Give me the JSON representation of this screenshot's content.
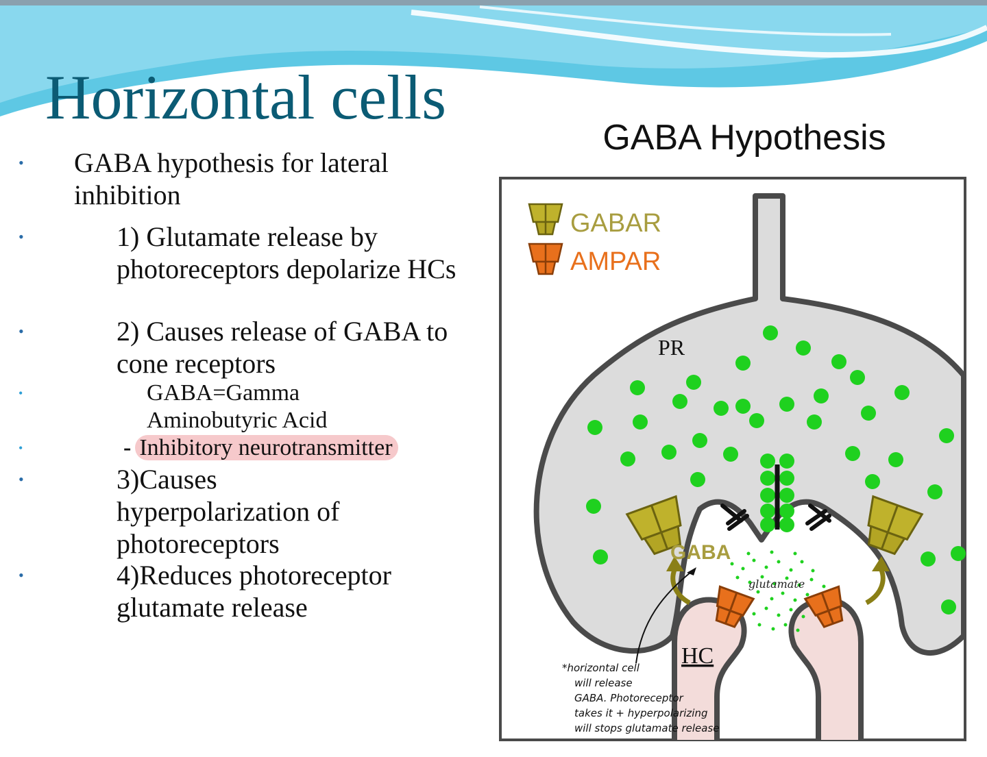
{
  "slide": {
    "title": "Horizontal cells",
    "bullets": [
      {
        "text": "GABA hypothesis for lateral inhibition"
      },
      {
        "text": "1) Glutamate release by photoreceptors depolarize HCs"
      },
      {
        "text": "2) Causes release of GABA to cone receptors"
      },
      {
        "text": "GABA=Gamma Aminobutyric Acid"
      },
      {
        "text": "Inhibitory neurotransmitter"
      },
      {
        "text": "3)Causes hyperpolarization of photoreceptors"
      },
      {
        "text": "4)Reduces photoreceptor glutamate release"
      }
    ]
  },
  "figure": {
    "title": "GABA Hypothesis",
    "legend": {
      "gabar": "GABAR",
      "ampar": "AMPAR",
      "gabar_color": "#bfb22c",
      "ampar_color": "#e8701c"
    },
    "labels": {
      "pr": "PR",
      "hc": "HC",
      "gaba": "GABA",
      "glutamate": "glutamate"
    },
    "handwritten_note": [
      "*horizontal cell",
      "will release",
      "GABA. Photoreceptor",
      "takes it + hyperpolarizing",
      "will stops glutamate release"
    ],
    "colors": {
      "title": "#0b5b74",
      "vesicle": "#1fd11f",
      "membrane": "#4a4a4a",
      "pr_fill": "#dcdcdc",
      "hc_fill": "#f3dcda",
      "highlight": "#f6c9cb"
    }
  }
}
